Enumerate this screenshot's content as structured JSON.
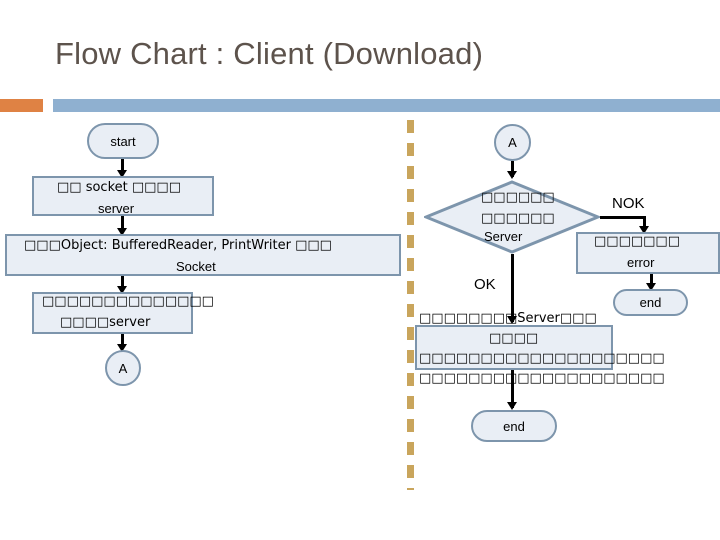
{
  "slide": {
    "title": "Flow Chart : Client (Download)",
    "accent_orange": "#df8244",
    "accent_blue": "#8fb0d0",
    "divider_color": "#c9a55c",
    "shape_fill": "#e9eef5",
    "shape_border": "#7d95ac",
    "title_color": "#5d534c"
  },
  "left_column": {
    "start": {
      "label": "start"
    },
    "socket_box": {
      "line1": "□□ socket □□□□",
      "line2": "server"
    },
    "object_box": {
      "line1": "□□□Object: BufferedReader, PrintWriter □□□",
      "line2": "Socket"
    },
    "server_box": {
      "line1": "□□□□□□□□□□□□□□",
      "line2": "□□□□server"
    },
    "connector_a": {
      "label": "A"
    }
  },
  "right_column": {
    "connector_a": {
      "label": "A"
    },
    "decision": {
      "line1": "□□□□□□",
      "line2": "□□□□□□",
      "line3": "Server"
    },
    "branch_nok": {
      "label": "NOK"
    },
    "branch_ok": {
      "label": "OK"
    },
    "error_box": {
      "line1": "□□□□□□□",
      "line2": "error"
    },
    "end_error": {
      "label": "end"
    },
    "result_box": {
      "line1": "□□□□□□□□Server□□□",
      "line2": "□□□□",
      "line3": "□□□□□□□□□□□□□□□□□□□□",
      "line4": "□□□□□□□□□□□□□□□□□□□□"
    },
    "end_ok": {
      "label": "end"
    }
  }
}
